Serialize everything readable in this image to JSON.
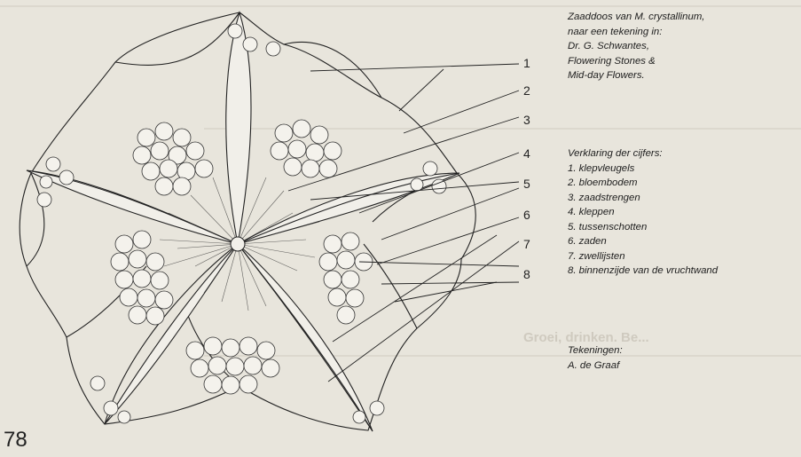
{
  "caption": {
    "lines": [
      "Zaaddoos van M. crystallinum,",
      "naar een tekening in:",
      "Dr. G. Schwantes,",
      "Flowering Stones &",
      "Mid-day Flowers."
    ]
  },
  "legend": {
    "title": "Verklaring der cijfers:",
    "items": [
      "1. klepvleugels",
      "2. bloembodem",
      "3. zaadstrengen",
      "4. kleppen",
      "5. tussenschotten",
      "6. zaden",
      "7. zwellijsten",
      "8. binnenzijde van de vruchtwand"
    ]
  },
  "credits": {
    "title": "Tekeningen:",
    "name": "A. de Graaf"
  },
  "page_number": "78",
  "callouts": [
    "1",
    "2",
    "3",
    "4",
    "5",
    "6",
    "7",
    "8"
  ],
  "bleed_text": "Groei, drinken. Be..."
}
